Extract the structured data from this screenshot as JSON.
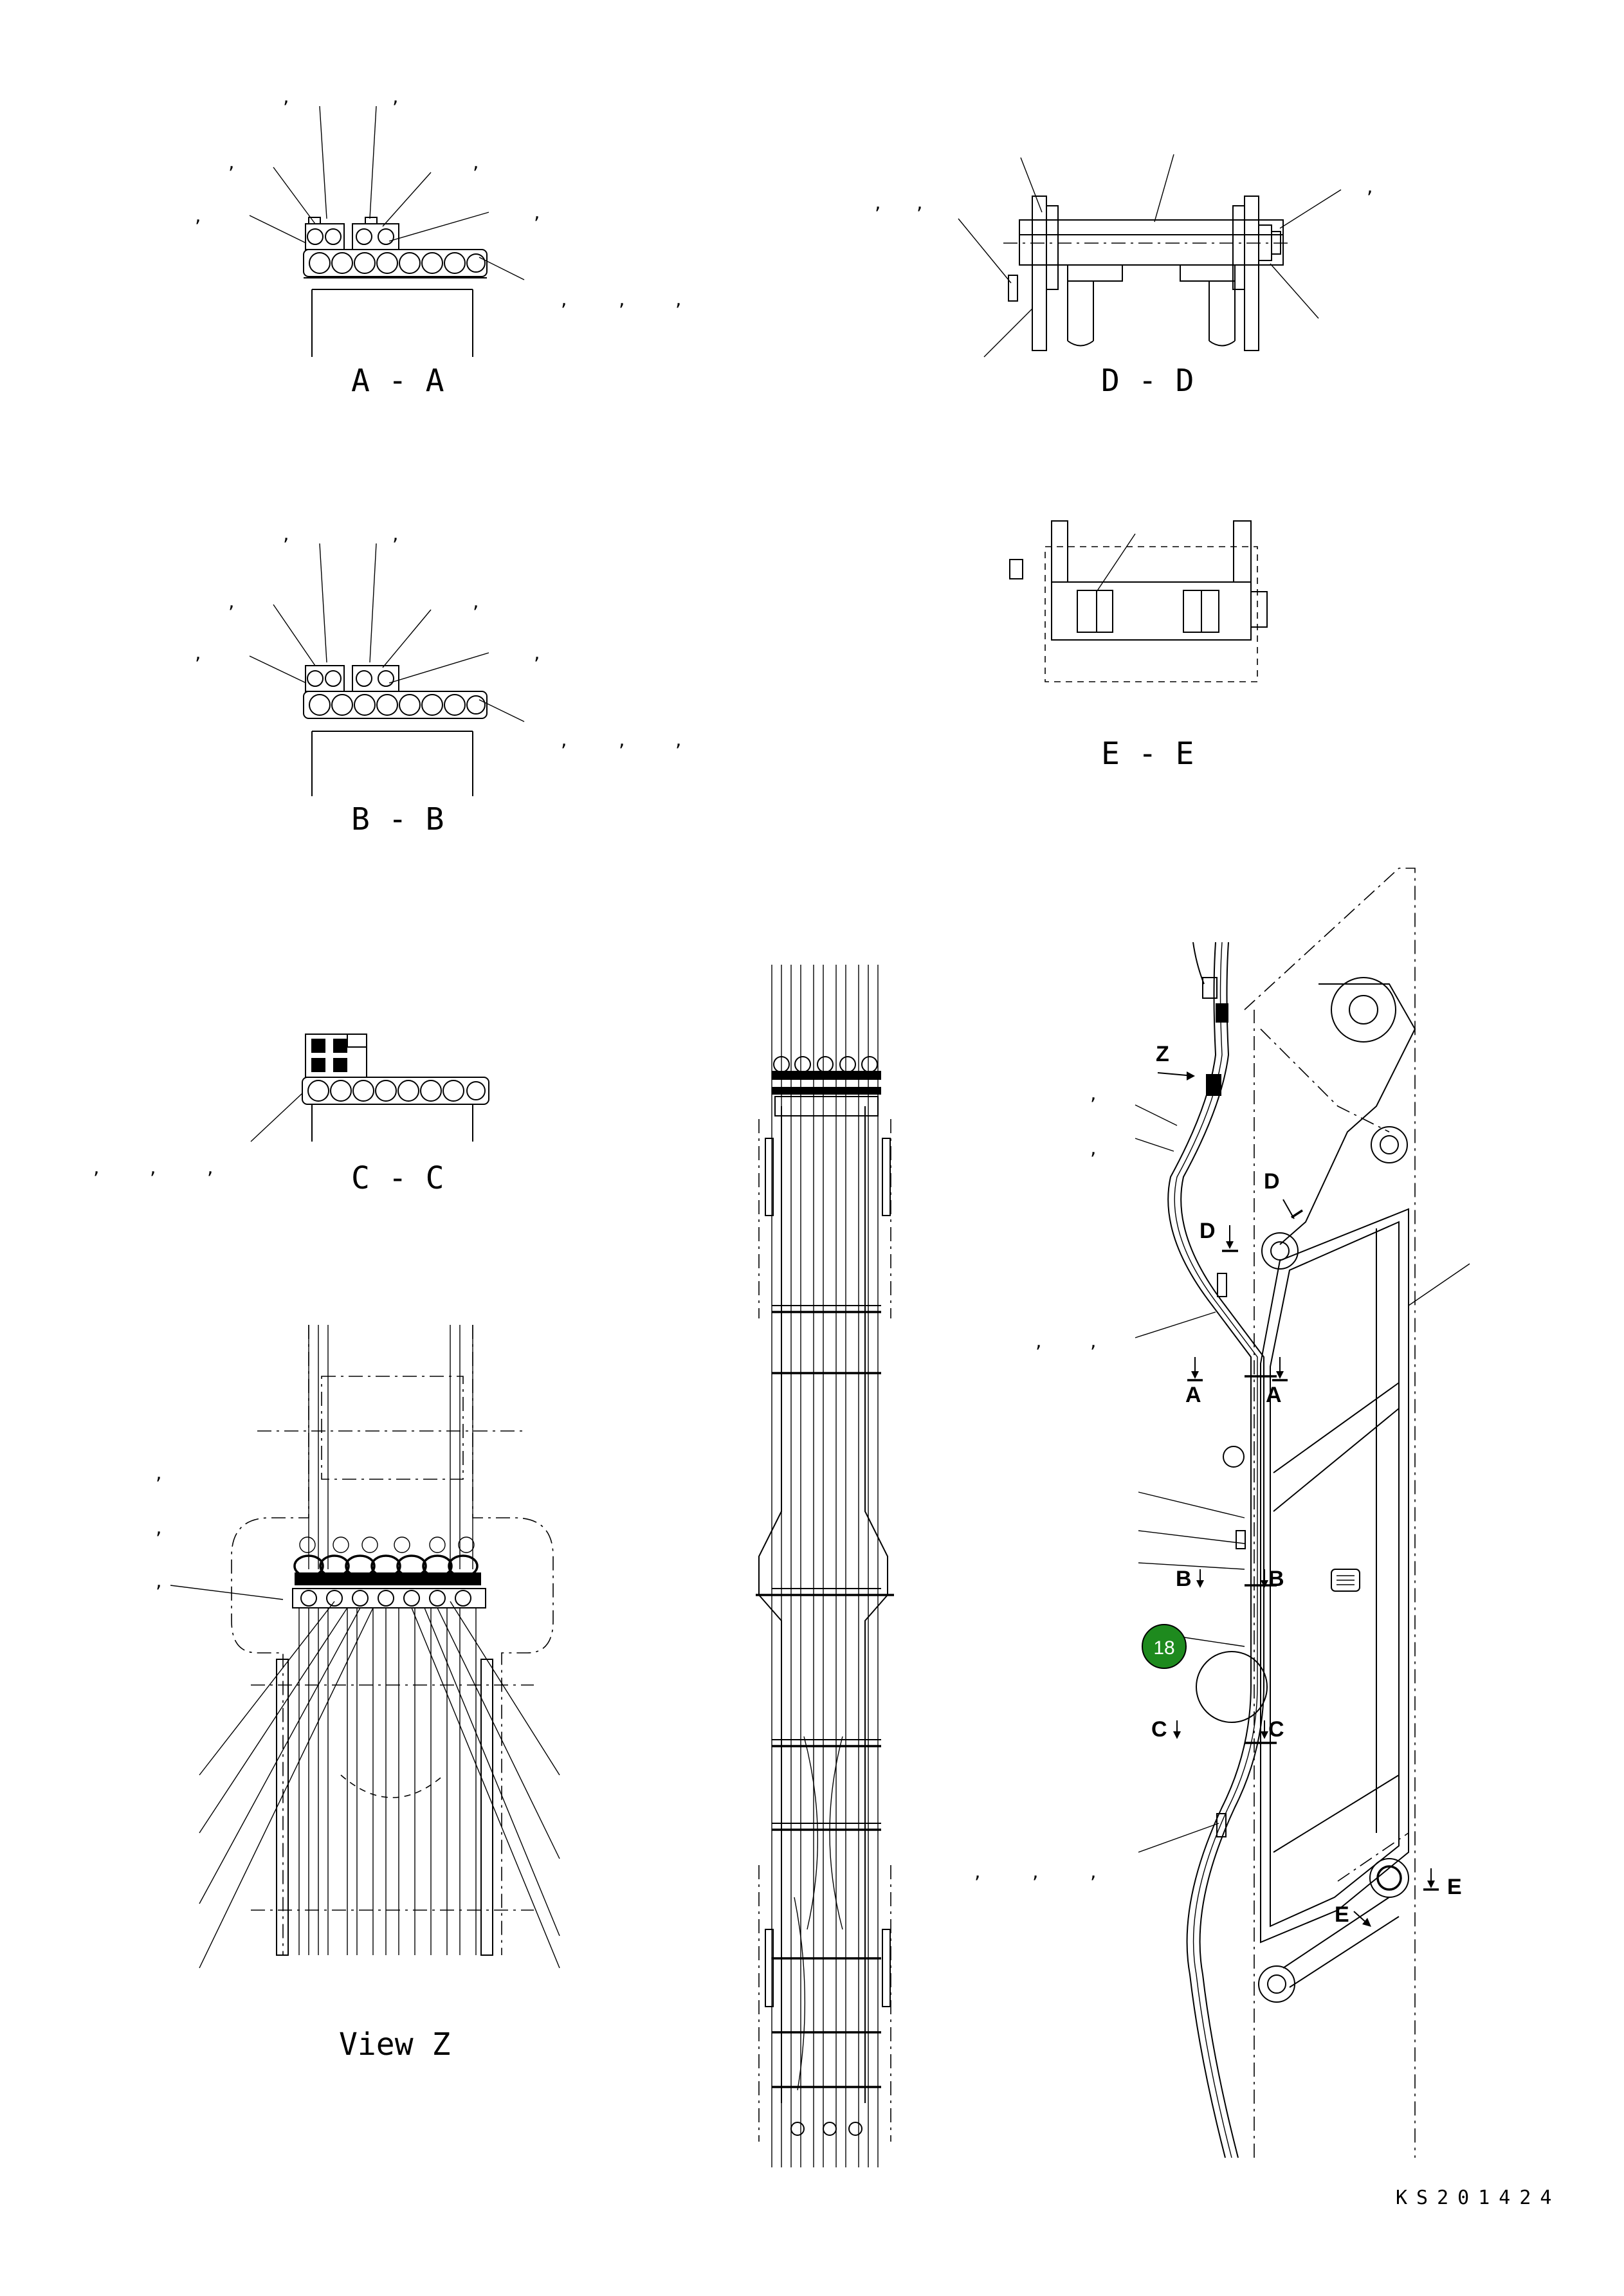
{
  "sections": {
    "a": "A - A",
    "b": "B - B",
    "c": "C - C",
    "d": "D - D",
    "e": "E - E",
    "z": "View Z"
  },
  "markers": {
    "z": "Z",
    "d": "D",
    "a": "A",
    "b": "B",
    "c": "C",
    "e": "E"
  },
  "callout": {
    "number": "18",
    "color": "#1e8a1e"
  },
  "doc_code": "KS201424"
}
